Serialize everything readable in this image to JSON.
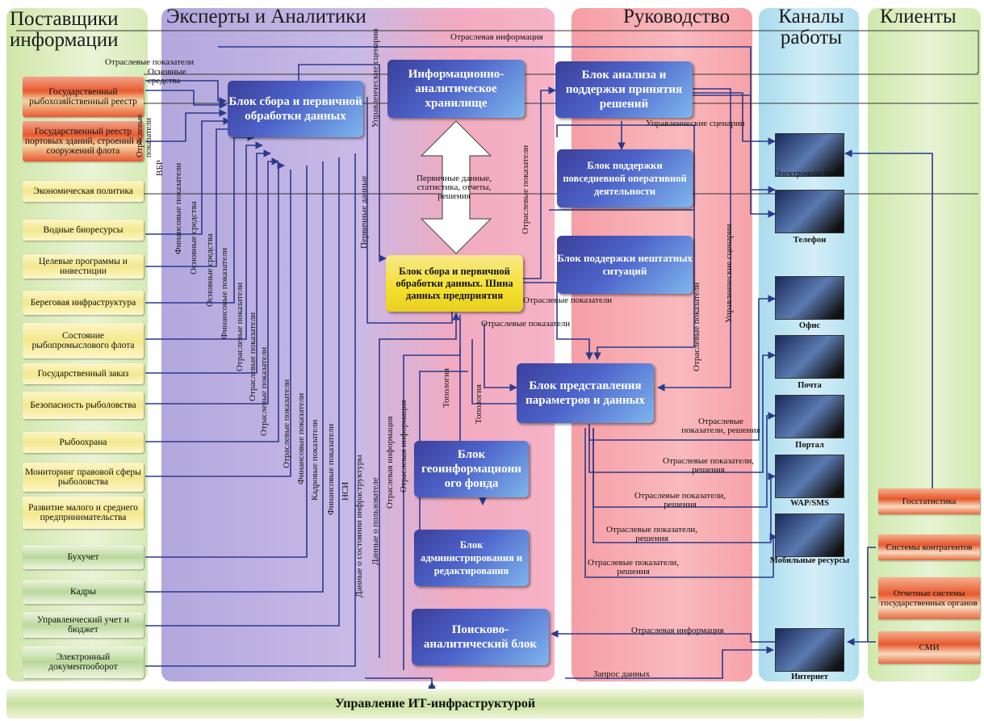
{
  "colors": {
    "lane_suppliers": "#d6e9b4",
    "lane_experts": "#b9aee0",
    "lane_experts_mid": "#f0a6bd",
    "lane_mgmt": "#f8a6a9",
    "lane_channels": "#bfe3f0",
    "lane_clients": "#d8ecba",
    "arrow": "#2b3a8c",
    "block_start": "#3b3f9a",
    "block_end": "#7fb6ee"
  },
  "lanes": {
    "suppliers": "Поставщики информации",
    "experts": "Эксперты и Аналитики",
    "management": "Руководство",
    "channels": "Каналы работы",
    "clients": "Клиенты"
  },
  "sources": [
    "Государственный рыбохозяйственный реестр",
    "Государственный реестр портовых зданий, строений и сооружений флота",
    "Экономическая политика",
    "Водные биоресурсы",
    "Целевые программы и инвестиции",
    "Береговая инфраструктура",
    "Состояние рыбопромыслового флота",
    "Государственный заказ",
    "Безопасность рыболовства",
    "Рыбоохрана",
    "Мониторинг правовой сферы рыболовства",
    "Развитие малого и среднего предпринимательства",
    "Бухучет",
    "Кадры",
    "Управленческий учет и бюджет",
    "Электронный документооборот"
  ],
  "blocks": {
    "collect": "Блок сбора и первичной обработки данных",
    "storage": "Информационно-аналитическое хранилище",
    "bus": "Блок сбора и первичной обработки данных. Шина данных предприятия",
    "geo": "Блок геоинформационн ого фонда",
    "admin": "Блок администрирования и редактирования",
    "search": "Поисково-аналитический блок",
    "analysis": "Блок анализа и поддержки принятия решений",
    "daily": "Блок поддержки повседневной оперативной деятельности",
    "emergency": "Блок поддержки нештатных ситуаций",
    "present": "Блок представления параметров и данных"
  },
  "channels": [
    {
      "label": "Электронная почта",
      "icon": "mailbox-icon"
    },
    {
      "label": "Телефон",
      "icon": "phone-icon"
    },
    {
      "label": "Офис",
      "icon": "office-building-icon"
    },
    {
      "label": "Почта",
      "icon": "post-box-icon"
    },
    {
      "label": "Портал",
      "icon": "portal-icon"
    },
    {
      "label": "WAP/SMS",
      "icon": "mobile-phone-icon"
    },
    {
      "label": "Мобильные ресурсы",
      "icon": "pda-icon"
    },
    {
      "label": "Интернет",
      "icon": "computer-icon"
    }
  ],
  "clients": [
    "Госстатистика",
    "Системы контрагентов",
    "Отчетные системы государственных органов",
    "СМИ"
  ],
  "flows": {
    "industry_info": "Отраслевая информация",
    "industry_indicators": "Отраслевые показатели",
    "fixed_assets": "Основные средства",
    "industry_indicators_short": "Отраслевые показатели",
    "vbr": "ВБР",
    "mgmt_scenarios": "Управленческие сценарии",
    "primary_data": "Первичные данные, статистика, отчеты, решения",
    "primary_data_v": "Первичные данные",
    "financial": "Финансовые показатели",
    "personnel": "Кадровые показатели",
    "nsi": "НСИ",
    "infra_state": "Данные о состоянии инфраструктуры",
    "user_data": "Данные о пользователе",
    "topology": "Топология",
    "indicators_decisions": "Отраслевые показатели, решения",
    "request": "Запрос данных"
  },
  "footer": "Управление ИТ-инфраструктурой"
}
